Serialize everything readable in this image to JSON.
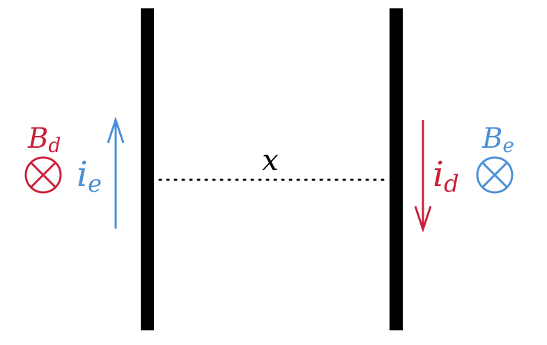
{
  "colors": {
    "left": "#4a90d9",
    "right": "#cc1f3a",
    "wire": "#000000",
    "separation": "#000000",
    "background": "#ffffff"
  },
  "left_side": {
    "field_label": {
      "main": "B",
      "sub": "d"
    },
    "field_symbol": "circle-cross-icon",
    "current_label": {
      "main": "i",
      "sub": "e"
    },
    "current_direction": "up"
  },
  "right_side": {
    "field_label": {
      "main": "B",
      "sub": "e"
    },
    "field_symbol": "circle-cross-icon",
    "current_label": {
      "main": "i",
      "sub": "d"
    },
    "current_direction": "down"
  },
  "separation_label": "x"
}
